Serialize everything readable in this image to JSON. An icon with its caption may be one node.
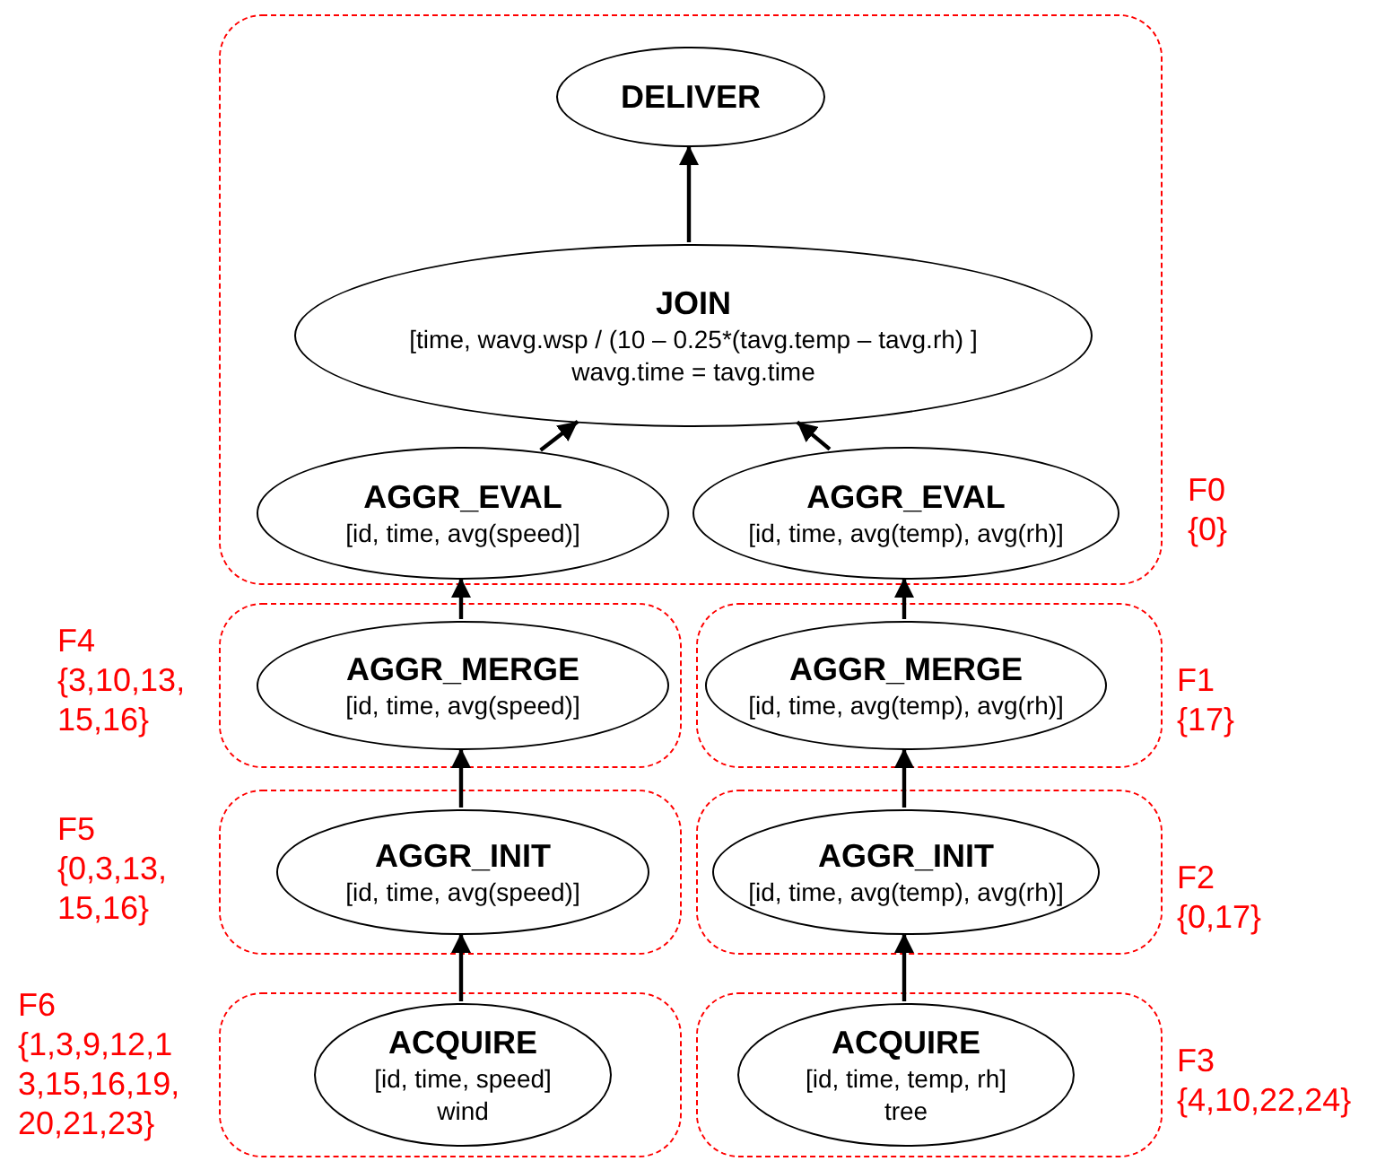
{
  "diagram": {
    "nodes": [
      {
        "text": [],
        "shape": "box",
        "beside": [
          "F0",
          "{0}"
        ]
      },
      {
        "text": [
          "DELIVER"
        ],
        "in": 0
      },
      {
        "text": [
          "JOIN",
          "[time, wavg.wsp / (10 – 0.25*(tavg.temp – tavg.rh) ]",
          "wavg.time = tavg.time"
        ],
        "in": 0
      },
      {
        "text": [
          "AGGR_EVAL",
          "[id, time, avg(speed)]"
        ],
        "in": 0
      },
      {
        "text": [
          "AGGR_EVAL",
          "[id, time, avg(temp), avg(rh)]"
        ],
        "in": 0
      },
      {
        "text": [],
        "shape": "box",
        "beside": [
          "F4",
          "{3,10,13, 15,16}"
        ]
      },
      {
        "text": [
          "AGGR_MERGE",
          "[id, time, avg(speed)]"
        ],
        "in": 5
      },
      {
        "text": [],
        "shape": "box",
        "beside": [
          "F1",
          "{17}"
        ]
      },
      {
        "text": [
          "AGGR_MERGE",
          "[id, time, avg(temp), avg(rh)]"
        ],
        "in": 7
      },
      {
        "text": [],
        "shape": "box",
        "beside": [
          "F5",
          "{0,3,13, 15,16}"
        ]
      },
      {
        "text": [
          "AGGR_INIT",
          "[id, time, avg(speed)]"
        ],
        "in": 9
      },
      {
        "text": [],
        "shape": "box",
        "beside": [
          "F2",
          "{0,17}"
        ]
      },
      {
        "text": [
          "AGGR_INIT",
          "[id, time, avg(temp), avg(rh)]"
        ],
        "in": 11
      },
      {
        "text": [],
        "shape": "box",
        "beside": [
          "F6",
          "{1,3,9,12,1 3,15,16,19, 20,21,23}"
        ]
      },
      {
        "text": [
          "ACQUIRE",
          "[id, time, speed]",
          "wind"
        ],
        "in": 13
      },
      {
        "text": [],
        "shape": "box",
        "beside": [
          "F3",
          "{4,10,22,24}"
        ]
      },
      {
        "text": [
          "ACQUIRE",
          "[id, time, temp, rh]",
          "tree"
        ],
        "in": 15
      }
    ],
    "edges": [
      {
        "from": 2,
        "to": 1,
        "arrow": "to"
      },
      {
        "from": 3,
        "to": 2,
        "arrow": "to"
      },
      {
        "from": 4,
        "to": 2,
        "arrow": "to"
      },
      {
        "from": 6,
        "to": 3,
        "arrow": "to"
      },
      {
        "from": 8,
        "to": 4,
        "arrow": "to"
      },
      {
        "from": 10,
        "to": 6,
        "arrow": "to"
      },
      {
        "from": 12,
        "to": 8,
        "arrow": "to"
      },
      {
        "from": 14,
        "to": 10,
        "arrow": "to"
      },
      {
        "from": 16,
        "to": 12,
        "arrow": "to"
      }
    ]
  }
}
